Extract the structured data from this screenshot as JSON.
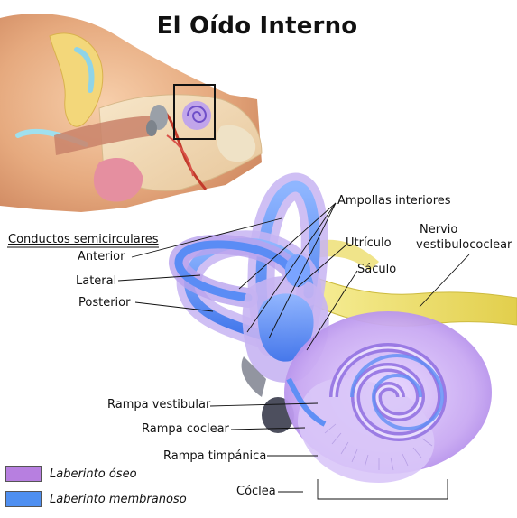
{
  "title": "El Oído Interno",
  "labels": {
    "conductos": "Conductos semicirculares",
    "anterior": "Anterior",
    "lateral": "Lateral",
    "posterior": "Posterior",
    "ampollas": "Ampollas interiores",
    "utriculo": "Utrículo",
    "saculo": "Sáculo",
    "nervio_1": "Nervio",
    "nervio_2": "vestibulococlear",
    "rampa_vestibular": "Rampa vestibular",
    "rampa_coclear": "Rampa coclear",
    "rampa_timpanica": "Rampa timpánica",
    "coclea": "Cóclea"
  },
  "legend": [
    {
      "label": "Laberinto óseo",
      "color": "#b77fe0"
    },
    {
      "label": "Laberinto membranoso",
      "color": "#4f8ff0"
    }
  ],
  "colors": {
    "bony": "#c9a6f0",
    "membranous": "#5f8ff5",
    "nerve": "#efe06a",
    "skin": "#e8a878",
    "bone": "#f1d9b4"
  }
}
